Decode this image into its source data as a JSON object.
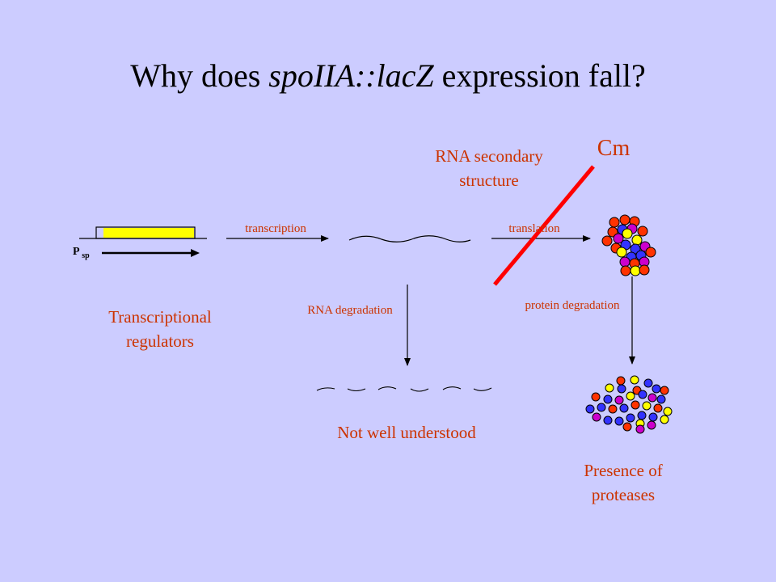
{
  "slide": {
    "title_prefix": "Why does ",
    "title_italic": "spoIIA::lacZ",
    "title_suffix": " expression fall?"
  },
  "labels": {
    "promoter_main": "P",
    "promoter_sub": "sp",
    "transcription": "transcription",
    "translation": "translation",
    "rna_secondary_structure": "RNA secondary structure",
    "cm": "Cm",
    "rna_degradation": "RNA degradation",
    "protein_degradation": "protein degradation",
    "transcriptional_regulators": "Transcriptional regulators",
    "not_well_understood": "Not well understood",
    "presence_of_proteases": "Presence of proteases"
  },
  "colors": {
    "background": "#ccccff",
    "label_red": "#cc3300",
    "gene_box": "#ffff00",
    "inhibition_line": "#ff0000",
    "ball_red": "#ff3300",
    "ball_blue": "#3333ff",
    "ball_magenta": "#cc00cc",
    "ball_yellow": "#ffff00"
  }
}
